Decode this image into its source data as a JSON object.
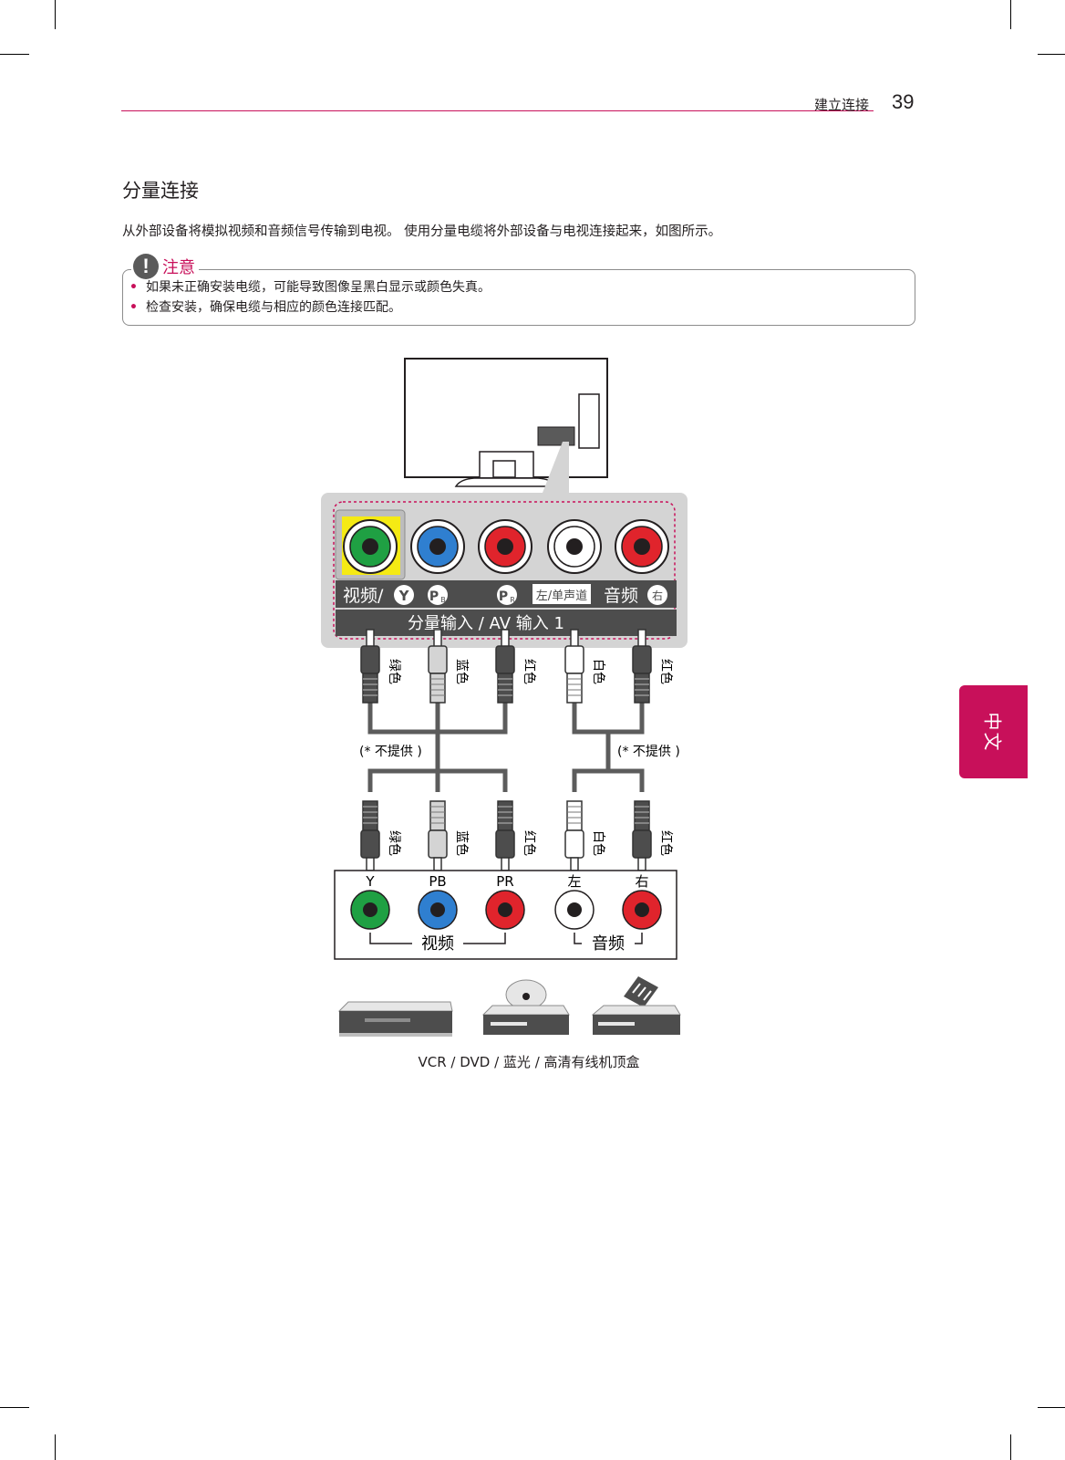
{
  "header": {
    "section": "建立连接",
    "page_number": "39"
  },
  "title": "分量连接",
  "intro": "从外部设备将模拟视频和音频信号传输到电视。 使用分量电缆将外部设备与电视连接起来，如图所示。",
  "note": {
    "title": "注意",
    "items": [
      "如果未正确安装电缆，可能导致图像呈黑白显示或颜色失真。",
      "检查安装，确保电缆与相应的颜色连接匹配。"
    ]
  },
  "tv_panel": {
    "label_video": "视频/",
    "label_y": "Y",
    "label_pb": "P",
    "label_pb_sub": "B",
    "label_pr": "P",
    "label_pr_sub": "R",
    "label_left_mono": "左/单声道",
    "label_audio": "音频",
    "label_right": "右",
    "input_label": "分量输入 / AV 输入 1"
  },
  "plug_labels": [
    "绿色",
    "蓝色",
    "红色",
    "白色",
    "红色"
  ],
  "not_supplied": "(* 不提供 )",
  "device_panel": {
    "port_labels": [
      "Y",
      "PB",
      "PR",
      "左",
      "右"
    ],
    "video_label": "视频",
    "audio_label": "音频"
  },
  "devices_caption": "VCR / DVD / 蓝光 / 高清有线机顶盒",
  "language_tab": "中文",
  "colors": {
    "accent": "#c8105a",
    "green": "#1fa043",
    "blue": "#2f7fd0",
    "red": "#e0242c",
    "white": "#ffffff",
    "highlight": "#f5ea14"
  }
}
